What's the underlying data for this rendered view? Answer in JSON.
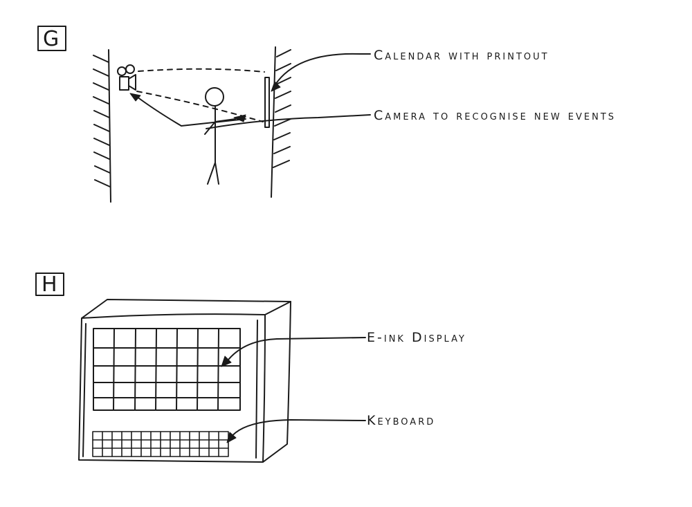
{
  "sketches": [
    {
      "id": "G",
      "frame_label": "G",
      "annotations": [
        {
          "key": "calendar",
          "text": "Calendar with printout"
        },
        {
          "key": "camera",
          "text": "Camera to recognise new events"
        }
      ]
    },
    {
      "id": "H",
      "frame_label": "H",
      "annotations": [
        {
          "key": "display",
          "text": "E-ink Display"
        },
        {
          "key": "keyboard",
          "text": "Keyboard"
        }
      ]
    }
  ],
  "colors": {
    "ink": "#1a1a1a",
    "paper": "#ffffff"
  }
}
